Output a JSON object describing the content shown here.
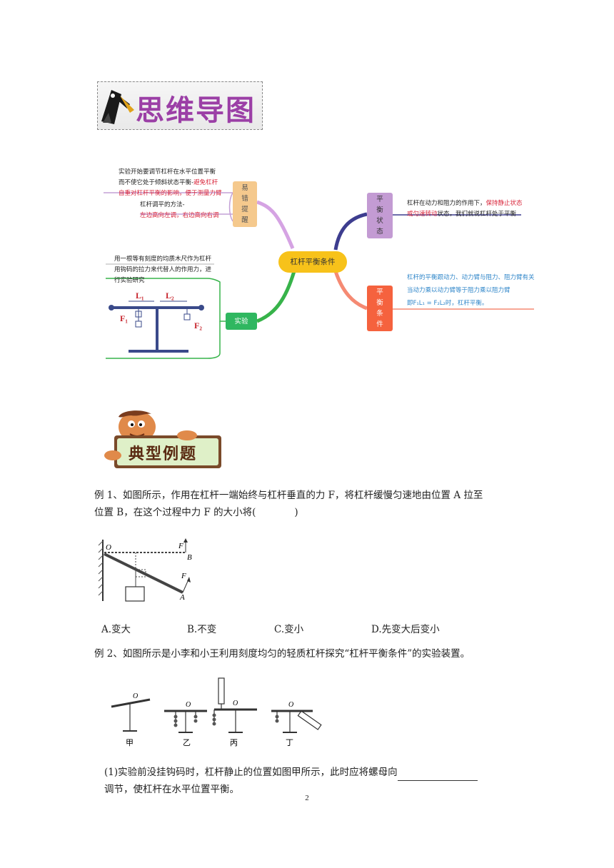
{
  "banner": {
    "title": "思维导图"
  },
  "mindmap": {
    "center": "杠杆平衡条件",
    "easy_error": {
      "label": [
        "易",
        "错",
        "提",
        "醒"
      ],
      "note1": [
        "实验开始要调节杠杆在水平位置平衡",
        "而不使它处于倾斜状态平衡-",
        "避免杠杆",
        "自重对杠杆平衡的影响，便于测量力臂"
      ],
      "note2": [
        "杠杆调平的方法-",
        "左边高向左调，右边高向右调"
      ]
    },
    "balance_state": {
      "label": [
        "平",
        "衡",
        "状",
        "态"
      ],
      "note": [
        "杠杆在动力和阻力的作用下，",
        "保持静止状态",
        "或匀速转动",
        "状态，我们就说杠杆处于平衡"
      ]
    },
    "balance_condition": {
      "label": [
        "平",
        "衡",
        "条",
        "件"
      ],
      "note": [
        "杠杆的平衡跟动力、动力臂与阻力、阻力臂有关",
        "当动力乘以动力臂等于阻力乘以阻力臂",
        "即F₁L₁ = F₂L₂时，杠杆平衡。"
      ]
    },
    "experiment": {
      "label": "实验",
      "note": [
        "用一根等有刻度的均质木尺作为杠杆",
        "用钩码的拉力来代替人的作用力，进",
        "行实验研究"
      ],
      "fig_labels": {
        "l1": "L₁",
        "l2": "L₂",
        "f1": "F₁",
        "f2": "F₂"
      }
    }
  },
  "section2": {
    "title": "典型例题"
  },
  "example1": {
    "text_line1": "例 1、如图所示，作用在杠杆一端始终与杠杆垂直的力 F，将杠杆缓慢匀速地由位置 A 拉至",
    "text_line2": "位置 B，在这个过程中力 F 的大小将(　　　　)",
    "fig_labels": {
      "o": "O",
      "f_top": "F",
      "b": "B",
      "f_bottom": "F",
      "a": "A"
    },
    "options": [
      "A.变大",
      "B.不变",
      "C.变小",
      "D.先变大后变小"
    ]
  },
  "example2": {
    "text": "例 2、如图所示是小李和小王利用刻度均匀的轻质杠杆探究“杠杆平衡条件”的实验装置。",
    "fig_labels": [
      "甲",
      "乙",
      "丙",
      "丁"
    ],
    "fig_o": "O",
    "q1_line1": "(1)实验前没挂钩码时，杠杆静止的位置如图甲所示，此时应将螺母向",
    "q1_line2": "调节，使杠杆在水平位置平衡。"
  },
  "page_number": "2",
  "colors": {
    "banner_title": "#9b3fa6",
    "center_node": "#f7c21a",
    "easy_error": "#f5c98d",
    "balance_state": "#c39bd3",
    "balance_condition": "#f5623e",
    "experiment": "#2fb760",
    "red_text": "#d9263b",
    "blue_text": "#2f86c9"
  }
}
